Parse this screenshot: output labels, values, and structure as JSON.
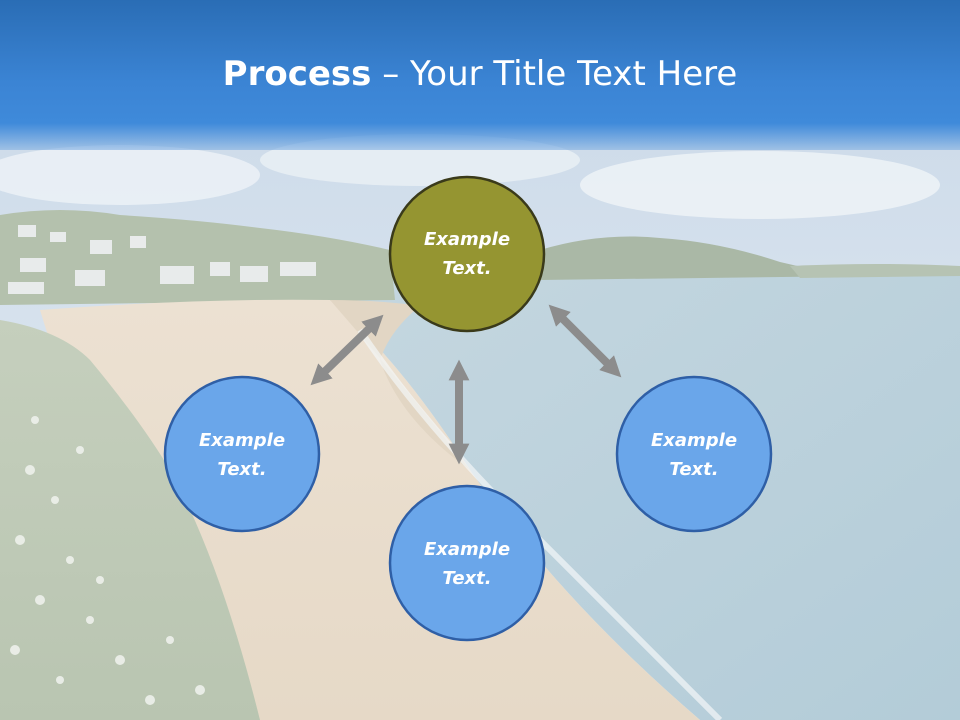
{
  "title": {
    "bold": "Process",
    "separator": " – ",
    "rest": "Your Title Text Here"
  },
  "nodes": [
    {
      "line1": "Example",
      "line2": "Text.",
      "color": "#959531"
    },
    {
      "line1": "Example",
      "line2": "Text.",
      "color": "#6aa6ea"
    },
    {
      "line1": "Example",
      "line2": "Text.",
      "color": "#6aa6ea"
    },
    {
      "line1": "Example",
      "line2": "Text.",
      "color": "#6aa6ea"
    }
  ],
  "colors": {
    "title_bar": "#3b84d4",
    "node_border": "#3a3a1a",
    "blue_border": "#2f5fa6",
    "arrow": "#8c8c8c"
  }
}
